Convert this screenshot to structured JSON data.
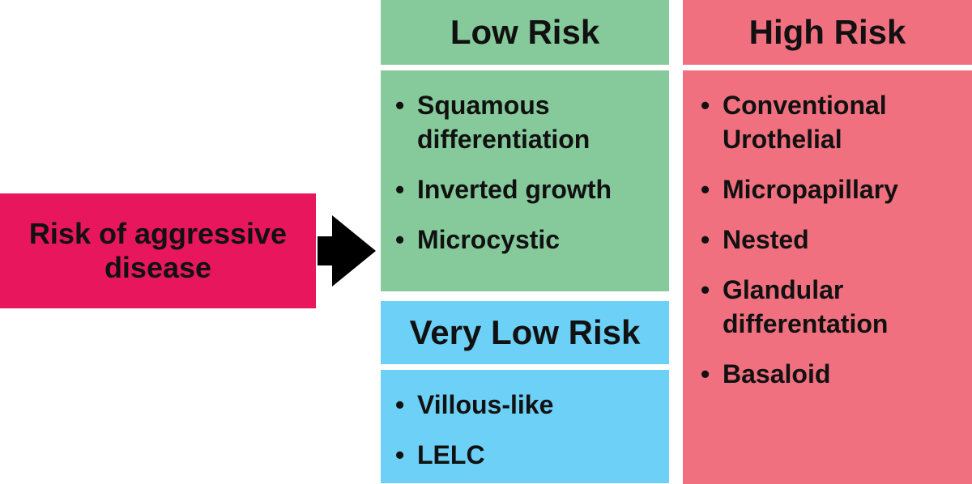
{
  "source": {
    "line1": "Risk of aggressive",
    "line2": "disease"
  },
  "bullet_char": "•",
  "low_risk": {
    "title": "Low Risk",
    "items": [
      {
        "line1": "Squamous",
        "line2": "differentiation"
      },
      {
        "line1": "Inverted growth"
      },
      {
        "line1": "Microcystic"
      }
    ]
  },
  "very_low_risk": {
    "title": "Very Low Risk",
    "items": [
      {
        "line1": "Villous-like"
      },
      {
        "line1": "LELC"
      }
    ]
  },
  "high_risk": {
    "title": "High Risk",
    "items": [
      {
        "line1": "Conventional",
        "line2": "Urothelial"
      },
      {
        "line1": "Micropapillary"
      },
      {
        "line1": "Nested"
      },
      {
        "line1": "Glandular",
        "line2": "differentation"
      },
      {
        "line1": "Basaloid"
      }
    ]
  },
  "colors": {
    "source": "#e8175d",
    "low_risk": "#86ca9c",
    "very_low_risk": "#6dd0f6",
    "high_risk": "#f07080",
    "arrow": "#000000"
  },
  "icons": {
    "arrow": "right-arrow-icon"
  }
}
